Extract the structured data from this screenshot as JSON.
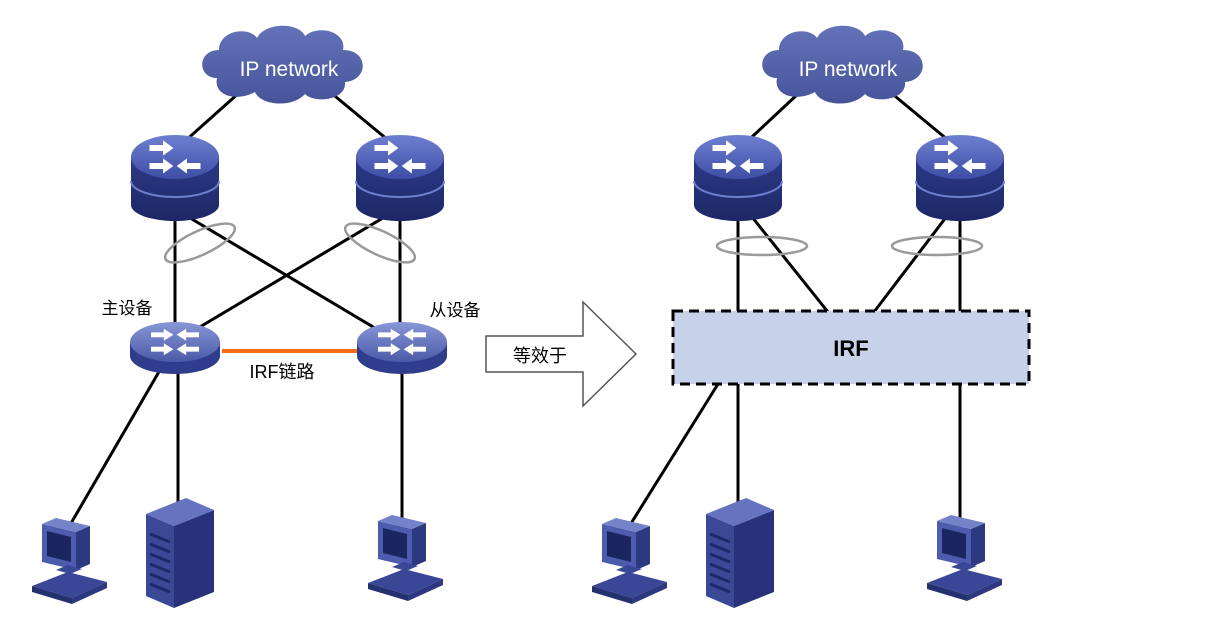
{
  "left": {
    "cloud_label": "IP network",
    "master_label": "主设备",
    "slave_label": "从设备",
    "irf_link_label": "IRF链路"
  },
  "arrow_label": "等效于",
  "right": {
    "cloud_label": "IP network",
    "irf_label": "IRF"
  },
  "colors": {
    "device_blue": "#3f4d9a",
    "cloud_blue": "#5563a8",
    "irf_link": "#ff6a1a",
    "irf_box_fill": "#c5d2ea",
    "ellipse_gray": "#9a9a9a"
  },
  "icons": [
    "cloud-icon",
    "core-switch-icon",
    "access-switch-icon",
    "pc-icon",
    "server-icon",
    "arrow-icon"
  ]
}
